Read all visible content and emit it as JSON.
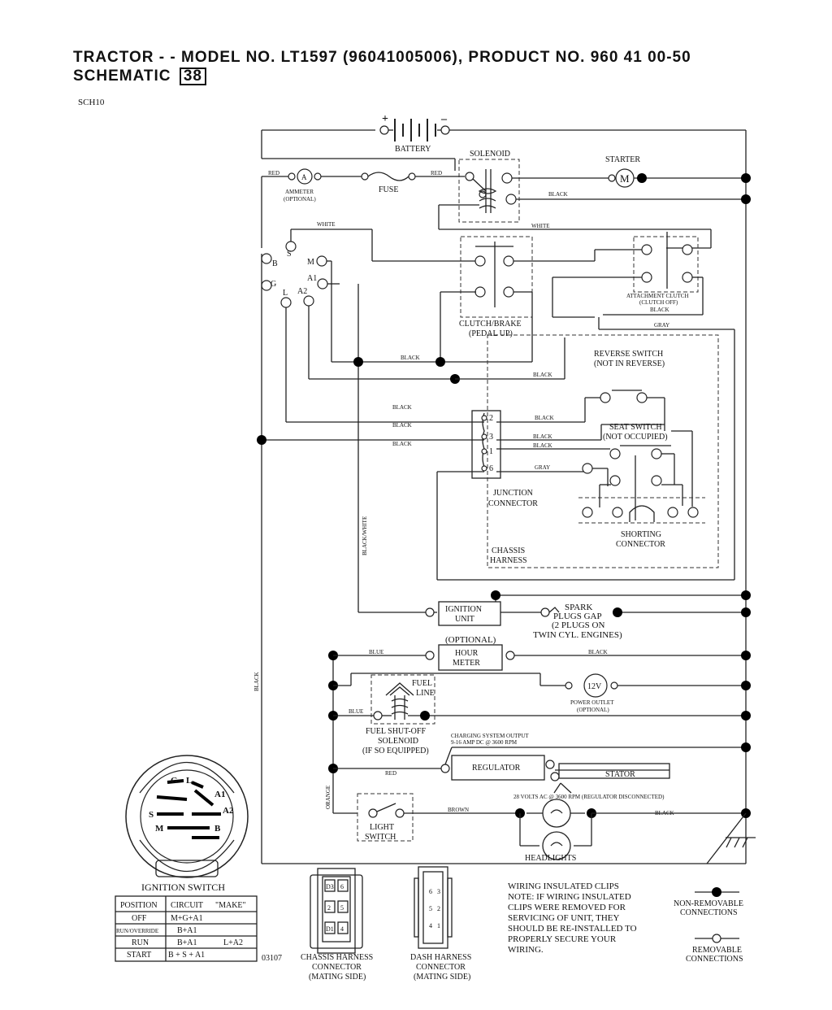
{
  "header": {
    "line1": "TRACTOR - - MODEL NO. LT1597   (96041005006), PRODUCT NO. 960 41 00-50",
    "line2_prefix": "SCHEMATIC",
    "schematic_number": "38",
    "code": "SCH10"
  },
  "components": {
    "battery": "BATTERY",
    "plus": "+",
    "minus": "–",
    "solenoid": "SOLENOID",
    "starter": "STARTER",
    "starter_symbol": "M",
    "ammeter_symbol": "A",
    "ammeter1": "AMMETER",
    "ammeter2": "(OPTIONAL)",
    "fuse": "FUSE",
    "clutch1": "CLUTCH/BRAKE",
    "clutch2": "(PEDAL UP)",
    "attach1": "ATTACHMENT CLUTCH",
    "attach2": "(CLUTCH OFF)",
    "reverse1": "REVERSE SWITCH",
    "reverse2": "(NOT IN REVERSE)",
    "seat1": "SEAT SWITCH",
    "seat2": "(NOT OCCUPIED)",
    "junction1": "JUNCTION",
    "junction2": "CONNECTOR",
    "chassis1": "CHASSIS",
    "chassis2": "HARNESS",
    "shorting1": "SHORTING",
    "shorting2": "CONNECTOR",
    "ignition_unit1": "IGNITION",
    "ignition_unit2": "UNIT",
    "spark1": "SPARK",
    "spark2": "PLUGS GAP",
    "spark3": "(2 PLUGS ON",
    "spark4": "TWIN CYL. ENGINES)",
    "hour_optional": "(OPTIONAL)",
    "hour1": "HOUR",
    "hour2": "METER",
    "power_symbol": "12V",
    "power1": "POWER OUTLET",
    "power2": "(OPTIONAL)",
    "fuelline1": "FUEL",
    "fuelline2": "LINE",
    "fuel1": "FUEL SHUT-OFF",
    "fuel2": "SOLENOID",
    "fuel3": "(IF SO EQUIPPED)",
    "charging1": "CHARGING SYSTEM OUTPUT",
    "charging2": "9-16 AMP DC @ 3600 RPM",
    "regulator": "REGULATOR",
    "stator": "STATOR",
    "volts": "28 VOLTS AC @ 3600 RPM (REGULATOR DISCONNECTED)",
    "light1": "LIGHT",
    "light2": "SWITCH",
    "headlights": "HEADLIGHTS"
  },
  "ignition_terminals": {
    "s": "S",
    "b": "B",
    "m": "M",
    "g": "G",
    "l": "L",
    "a1": "A1",
    "a2": "A2"
  },
  "junction_pins": [
    "2",
    "3",
    "1",
    "6"
  ],
  "wires": {
    "red": "RED",
    "black": "BLACK",
    "white": "WHITE",
    "gray": "GRAY",
    "blue": "BLUE",
    "brown": "BROWN",
    "orange": "ORANGE",
    "black_white": "BLACK/WHITE"
  },
  "ignition_switch": {
    "title": "IGNITION SWITCH",
    "face": {
      "g": "G",
      "l": "L",
      "a1": "A1",
      "s": "S",
      "a2": "A2",
      "m": "M",
      "b": "B"
    },
    "columns": [
      "POSITION",
      "CIRCUIT",
      "\"MAKE\""
    ],
    "rows": [
      [
        "OFF",
        "M+G+A1",
        ""
      ],
      [
        "RUN/OVERRIDE",
        "B+A1",
        ""
      ],
      [
        "RUN",
        "B+A1",
        "L+A2"
      ],
      [
        "START",
        "B + S + A1",
        ""
      ]
    ]
  },
  "footer": {
    "part_code": "03107",
    "chassis_connector": [
      "CHASSIS HARNESS",
      "CONNECTOR",
      "(MATING SIDE)"
    ],
    "chassis_pins": [
      "D3",
      "6",
      "2",
      "5",
      "D1",
      "4"
    ],
    "dash_connector": [
      "DASH HARNESS",
      "CONNECTOR",
      "(MATING SIDE)"
    ],
    "dash_pins": [
      "6",
      "3",
      "5",
      "2",
      "4",
      "1"
    ],
    "note": [
      "WIRING INSULATED CLIPS",
      "NOTE:  IF WIRING INSULATED",
      "CLIPS WERE REMOVED FOR",
      "SERVICING OF UNIT, THEY",
      "SHOULD BE RE-INSTALLED TO",
      "PROPERLY SECURE YOUR",
      " WIRING."
    ],
    "legend_nonremovable": [
      "NON-REMOVABLE",
      "CONNECTIONS"
    ],
    "legend_removable": [
      "REMOVABLE",
      "CONNECTIONS"
    ]
  }
}
